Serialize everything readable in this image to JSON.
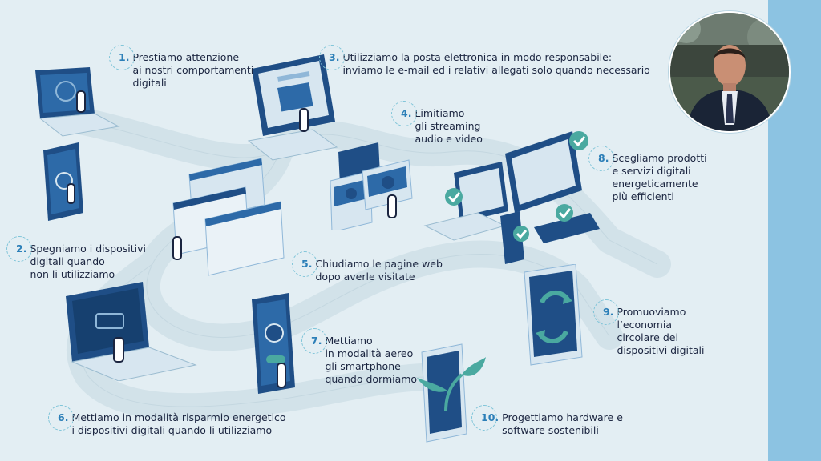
{
  "colors": {
    "background": "#e3eef3",
    "path": "#d4e4ea",
    "device_dark": "#1f4e86",
    "device_mid": "#2d6aa8",
    "device_light": "#d7e6f0",
    "accent_number": "#2c7fb8",
    "check_green": "#4aa9a0",
    "side_strip": "#8cc3e2"
  },
  "tips": [
    {
      "number": "1.",
      "text": "Prestiamo attenzione\nai nostri comportamenti\ndigitali",
      "icon": "laptop-touch-icon"
    },
    {
      "number": "2.",
      "text": "Spegniamo i dispositivi\ndigitali quando\nnon li utilizziamo",
      "icon": "phone-power-icon"
    },
    {
      "number": "3.",
      "text": "Utilizziamo la posta elettronica in modo responsabile:\ninviamo le e-mail ed i relativi allegati solo quando necessario",
      "icon": "desktop-email-icon"
    },
    {
      "number": "4.",
      "text": "Limitiamo\ngli streaming\naudio e video",
      "icon": "video-player-icon"
    },
    {
      "number": "5.",
      "text": "Chiudiamo le pagine web\ndopo averle visitate",
      "icon": "browser-windows-icon"
    },
    {
      "number": "6.",
      "text": "Mettiamo in modalità risparmio energetico\ni dispositivi digitali quando li utilizziamo",
      "icon": "laptop-battery-icon"
    },
    {
      "number": "7.",
      "text": "Mettiamo\nin modalità aereo\ngli smartphone\nquando dormiamo",
      "icon": "phone-airplane-icon"
    },
    {
      "number": "8.",
      "text": "Scegliamo prodotti\ne servizi digitali\nenergeticamente\npiù efficienti",
      "icon": "devices-check-icon"
    },
    {
      "number": "9.",
      "text": "Promuoviamo\nl’economia\ncircolare dei\ndispositivi digitali",
      "icon": "tablet-recycle-icon"
    },
    {
      "number": "10.",
      "text": "Progettiamo hardware e\nsoftware sostenibili",
      "icon": "phone-plant-icon"
    }
  ]
}
